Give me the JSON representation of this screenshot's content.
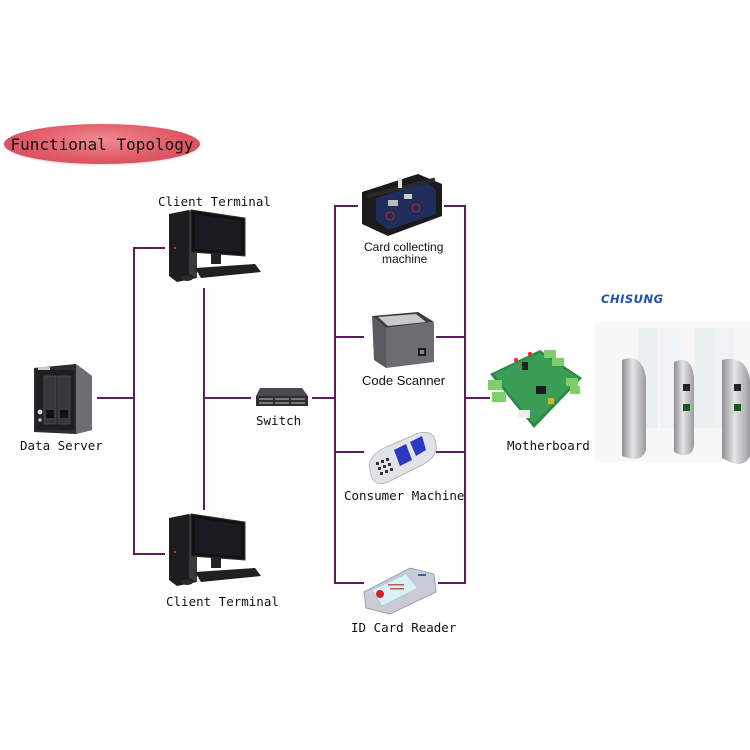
{
  "title": "Functional Topology",
  "brand": "CHISUNG",
  "colors": {
    "connector": "#5a1f5e",
    "title_pill": "#e05a66",
    "brand_blue": "#1e4fb5"
  },
  "nodes": {
    "data_server": {
      "label": "Data Server",
      "icon": "nas-server-icon"
    },
    "client_top": {
      "label": "Client Terminal",
      "icon": "desktop-computer-icon"
    },
    "client_bottom": {
      "label": "Client Terminal",
      "icon": "desktop-computer-icon"
    },
    "switch": {
      "label": "Switch",
      "icon": "network-switch-icon"
    },
    "card_collecting": {
      "label_line1": "Card collecting",
      "label_line2": "machine",
      "icon": "card-collector-board-icon"
    },
    "code_scanner": {
      "label": "Code Scanner",
      "icon": "barcode-scanner-icon"
    },
    "consumer_machine": {
      "label": "Consumer Machine",
      "icon": "pos-terminal-icon"
    },
    "id_card_reader": {
      "label": "ID Card Reader",
      "icon": "id-card-reader-icon"
    },
    "motherboard": {
      "label": "Motherboard",
      "icon": "circuit-board-icon"
    },
    "turnstile": {
      "icon": "speed-gate-turnstile-icon"
    }
  }
}
